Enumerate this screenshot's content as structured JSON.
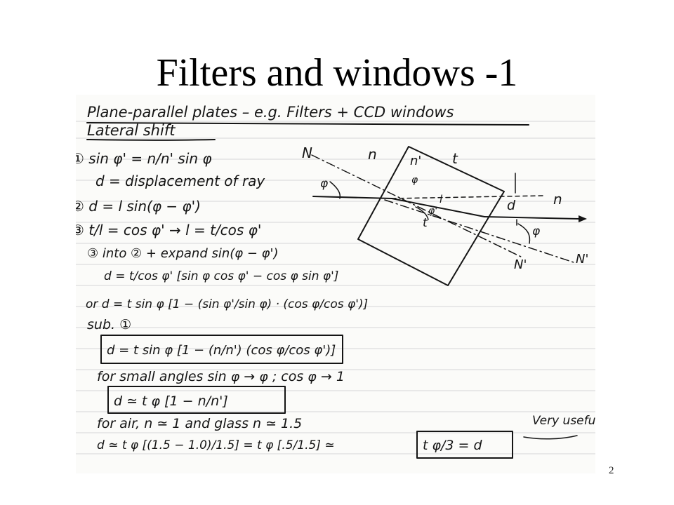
{
  "slide": {
    "title": "Filters and windows -1",
    "number": "2"
  },
  "notes": {
    "heading": "Plane-parallel plates – e.g. Filters + CCD windows",
    "subheading": "Lateral shift",
    "lines": [
      "① sin φ' = n/n' sin φ",
      "d = displacement of ray",
      "② d = l sin(φ − φ')",
      "③ t/l = cos φ' → l = t/cos φ'",
      "③ into ② + expand sin(φ − φ')",
      "d = t/cos φ' [sin φ cos φ' − cos φ sin φ']",
      "or d = t sin φ [1 − (sin φ'/sin φ) · (cos φ/cos φ')]",
      "sub. ①",
      "for small angles sin φ → φ ; cos φ → 1",
      "for air, n ≃ 1 and glass n ≃ 1.5",
      "d ≃ t φ [(1.5 − 1.0)/1.5] = t φ [.5/1.5] ≃"
    ],
    "boxed_1": "d = t sin φ [1 − (n/n') (cos φ/cos φ')]",
    "boxed_2": "d ≃ t φ [1 − n/n']",
    "boxed_3": "t φ/3 = d",
    "side_note": "Very useful",
    "diagram_labels": {
      "N": "N",
      "n": "n",
      "n_prime": "n'",
      "t_top": "t",
      "phi": "φ",
      "phi_prime": "φ'",
      "l": "l",
      "t_inner": "t",
      "d": "d",
      "n_right": "n",
      "phi_right": "φ",
      "N_prime_1": "N'",
      "N_prime_2": "N'"
    }
  }
}
